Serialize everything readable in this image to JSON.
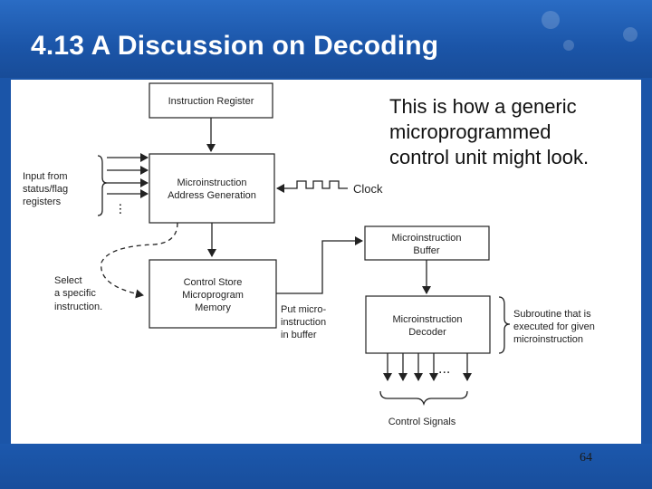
{
  "slide": {
    "title": "4.13 A Discussion on Decoding",
    "caption_lines": [
      "This is how a generic",
      "microprogrammed",
      "control unit might look."
    ],
    "page_number": "64"
  },
  "diagram": {
    "instruction_register": "Instruction Register",
    "address_generation": [
      "Microinstruction",
      "Address Generation"
    ],
    "control_store": [
      "Control Store",
      "Microprogram",
      "Memory"
    ],
    "buffer": [
      "Microinstruction",
      "Buffer"
    ],
    "decoder": [
      "Microinstruction",
      "Decoder"
    ],
    "clock": "Clock",
    "input_label": [
      "Input from",
      "status/flag",
      "registers"
    ],
    "select_label": [
      "Select",
      "a specific",
      "instruction."
    ],
    "put_label": [
      "Put micro-",
      "instruction",
      "in buffer"
    ],
    "subroutine_label": [
      "Subroutine that is",
      "executed for given",
      "microinstruction"
    ],
    "control_signals": "Control Signals",
    "ellipsis": "..."
  },
  "colors": {
    "background": "#1b55a8",
    "title_text": "#ffffff",
    "slide": "#ffffff",
    "ink": "#222222"
  }
}
